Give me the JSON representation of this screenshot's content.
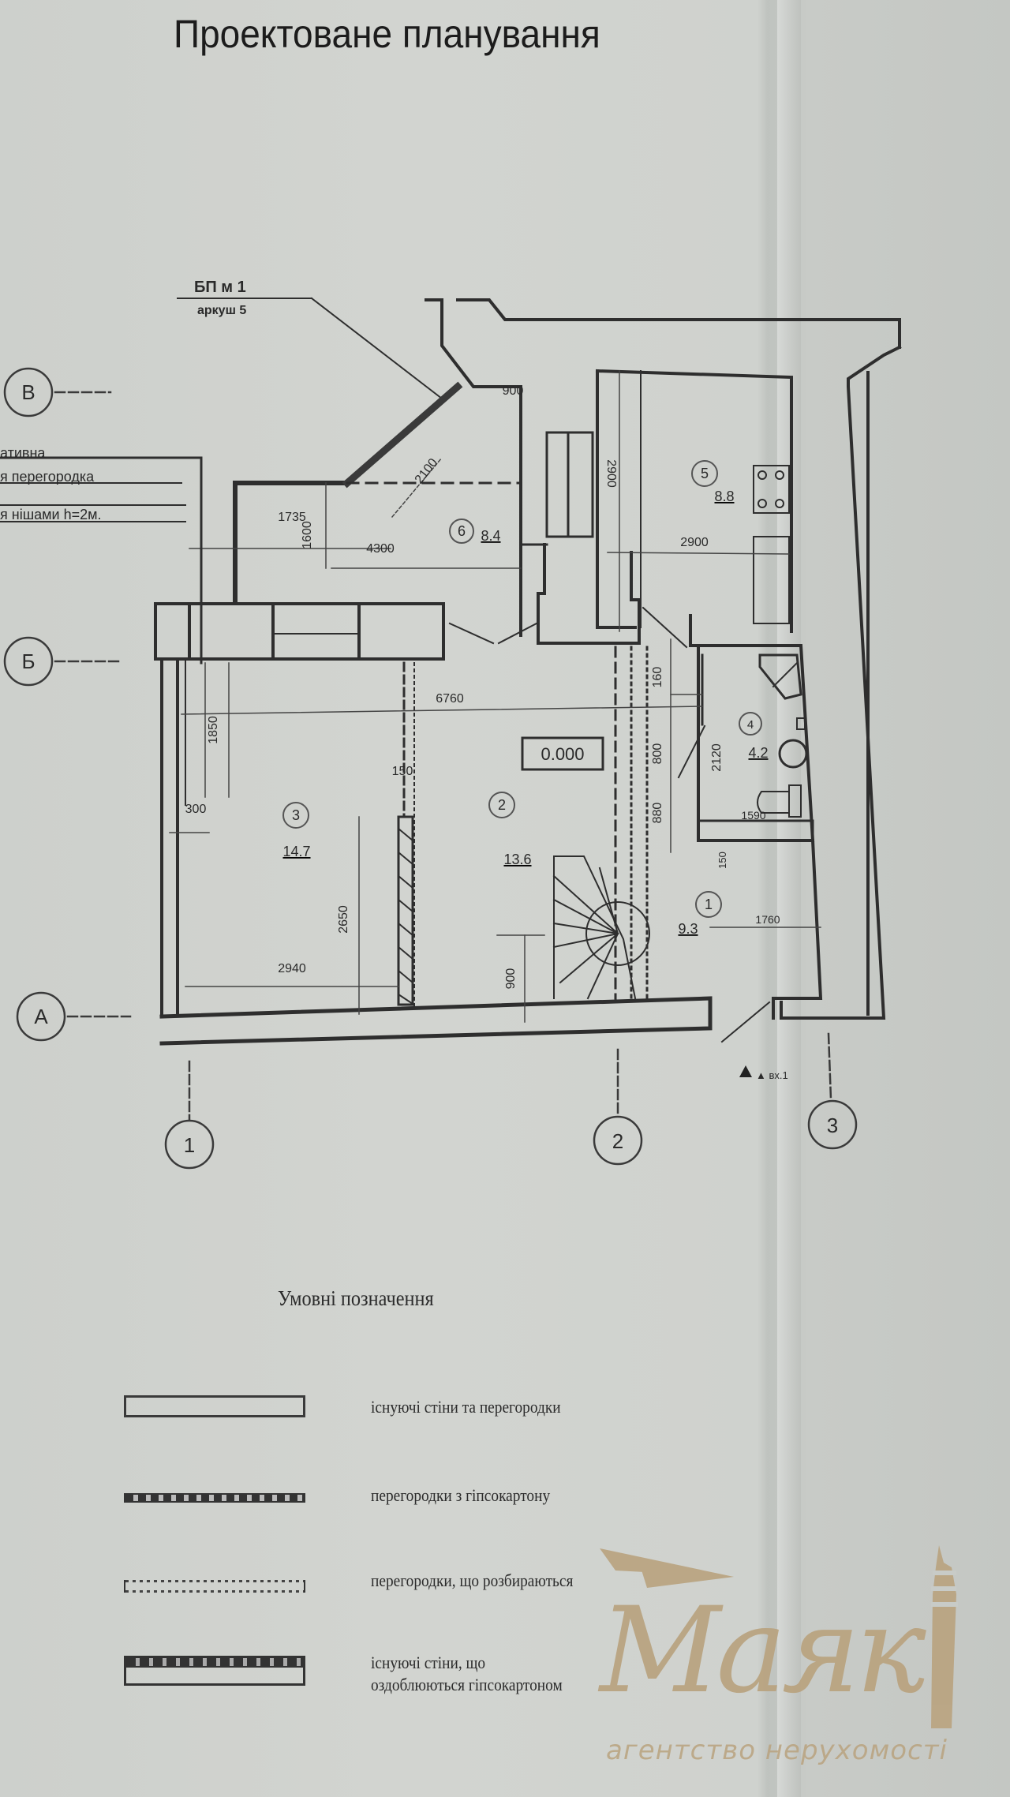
{
  "header": {
    "title": "Проектоване планування"
  },
  "plan": {
    "section_mark": {
      "top": "БП м 1",
      "bottom": "аркуш 5"
    },
    "note_lines": [
      "ативна",
      "я перегородка",
      "я нішами h=2м."
    ],
    "axes_rows": [
      "В",
      "Б",
      "А"
    ],
    "axes_cols": [
      "1",
      "2",
      "3"
    ],
    "level_mark": "0.000",
    "entrance_mark": "▲ вх.1",
    "rooms": [
      {
        "number": "1",
        "area": "9.3"
      },
      {
        "number": "2",
        "area": "13.6"
      },
      {
        "number": "3",
        "area": "14.7"
      },
      {
        "number": "4",
        "area": "4.2"
      },
      {
        "number": "5",
        "area": "8.8"
      },
      {
        "number": "6",
        "area": "8.4"
      }
    ],
    "dimensions": {
      "d900_top": "900",
      "d2100": "2100",
      "d1735": "1735",
      "d1600": "1600",
      "d4300": "4300",
      "d2900_v": "2900",
      "d2900_h": "2900",
      "d6760": "6760",
      "d1850": "1850",
      "d300": "300",
      "d150": "150",
      "d2650": "2650",
      "d2940": "2940",
      "d900_stair": "900",
      "d160": "160",
      "d800": "800",
      "d880": "880",
      "d2120": "2120",
      "d1590": "1590",
      "d150_bath": "150",
      "d1760": "1760"
    }
  },
  "legend": {
    "title": "Умовні позначення",
    "items": [
      {
        "symbol": "existing-wall",
        "label": "існуючі стіни та перегородки"
      },
      {
        "symbol": "drywall-partition",
        "label": "перегородки з гіпсокартону"
      },
      {
        "symbol": "demolished-partition",
        "label": "перегородки, що розбираються"
      },
      {
        "symbol": "clad-wall",
        "label": "існуючі стіни, що",
        "label2": "оздоблюються гіпсокартоном"
      }
    ]
  },
  "watermark": {
    "brand": "Маяк",
    "tagline": "агентство нерухомості",
    "color": "#b9a37f"
  }
}
